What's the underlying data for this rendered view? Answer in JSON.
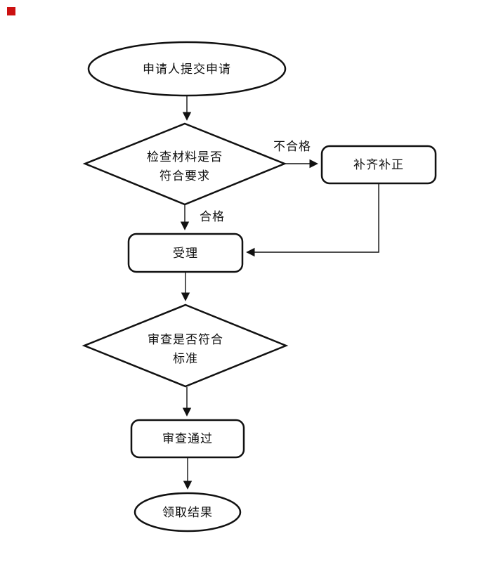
{
  "colors": {
    "ink": "#111111",
    "background": "#ffffff",
    "corner_marker": "#cc1111"
  },
  "flowchart": {
    "nodes": {
      "start": {
        "type": "terminator-ellipse",
        "label": "申请人提交申请"
      },
      "check": {
        "type": "decision-diamond",
        "line1": "检查材料是否",
        "line2": "符合要求"
      },
      "supplement": {
        "type": "process-rect",
        "label": "补齐补正"
      },
      "accept": {
        "type": "process-rect",
        "label": "受理"
      },
      "review": {
        "type": "decision-diamond",
        "line1": "审查是否符合",
        "line2": "标准"
      },
      "pass": {
        "type": "process-rect",
        "label": "审查通过"
      },
      "result": {
        "type": "terminator-ellipse",
        "label": "领取结果"
      }
    },
    "edge_labels": {
      "unqualified": "不合格",
      "qualified": "合格"
    }
  }
}
